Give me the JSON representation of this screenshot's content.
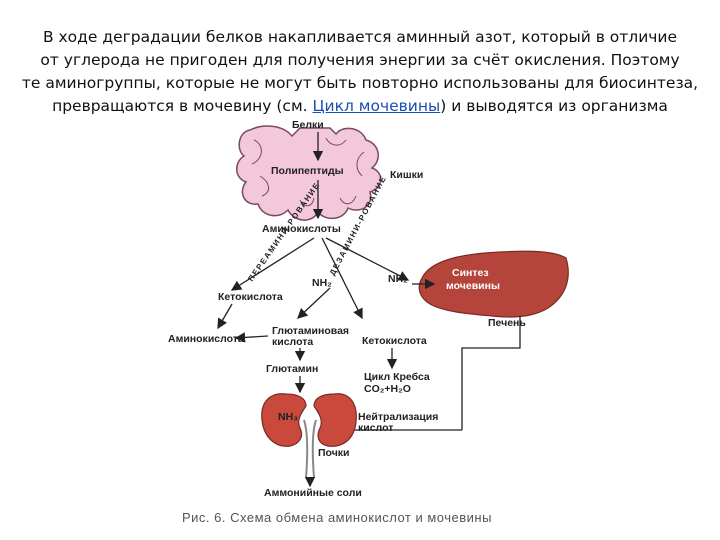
{
  "intro": {
    "line1": "В ходе деградации белков накапливается аминный азот, который в отличие",
    "line2": "от углерода не пригоден для получения энергии за счёт окисления. Поэтому",
    "line3": "те аминогруппы, которые не могут быть повторно использованы для биосинтеза,",
    "line4_before": "превращаются в мочевину (см. ",
    "line4_link": "Цикл мочевины",
    "line4_after": ") и выводятся из организма"
  },
  "diagram": {
    "proteins": "Белки",
    "polypeptides": "Полипептиды",
    "intestines": "Кишки",
    "amino_acids": "Аминокислоты",
    "transamination": "ПЕРЕАМИНИ-РОВАНИЕ",
    "deamination": "ДЕЗАМИНИ-РОВАНИЕ",
    "nh2_left": "NH₂",
    "nh2_right": "NH₂",
    "keto_acid_top": "Кетокислота",
    "urea_synthesis_1": "Синтез",
    "urea_synthesis_2": "мочевины",
    "liver": "Печень",
    "amino_acid_left": "Аминокислота",
    "glutamic_acid_1": "Глютаминовая",
    "glutamic_acid_2": "кислота",
    "keto_acid_mid": "Кетокислота",
    "glutamine": "Глютамин",
    "krebs_1": "Цикл Кребса",
    "krebs_2": "CO₂+H₂O",
    "nh3": "NH₃",
    "acid_neutral_1": "Нейтрализация",
    "acid_neutral_2": "кислот",
    "kidneys": "Почки",
    "ammonium_salts": "Аммонийные соли",
    "caption": "Рис. 6. Схема обмена аминокислот и мочевины"
  },
  "colors": {
    "intestine": "#f2c8da",
    "intestine_stroke": "#7a4a60",
    "liver": "#b5443a",
    "kidney": "#c94a3c",
    "link": "#1a4fb3"
  }
}
